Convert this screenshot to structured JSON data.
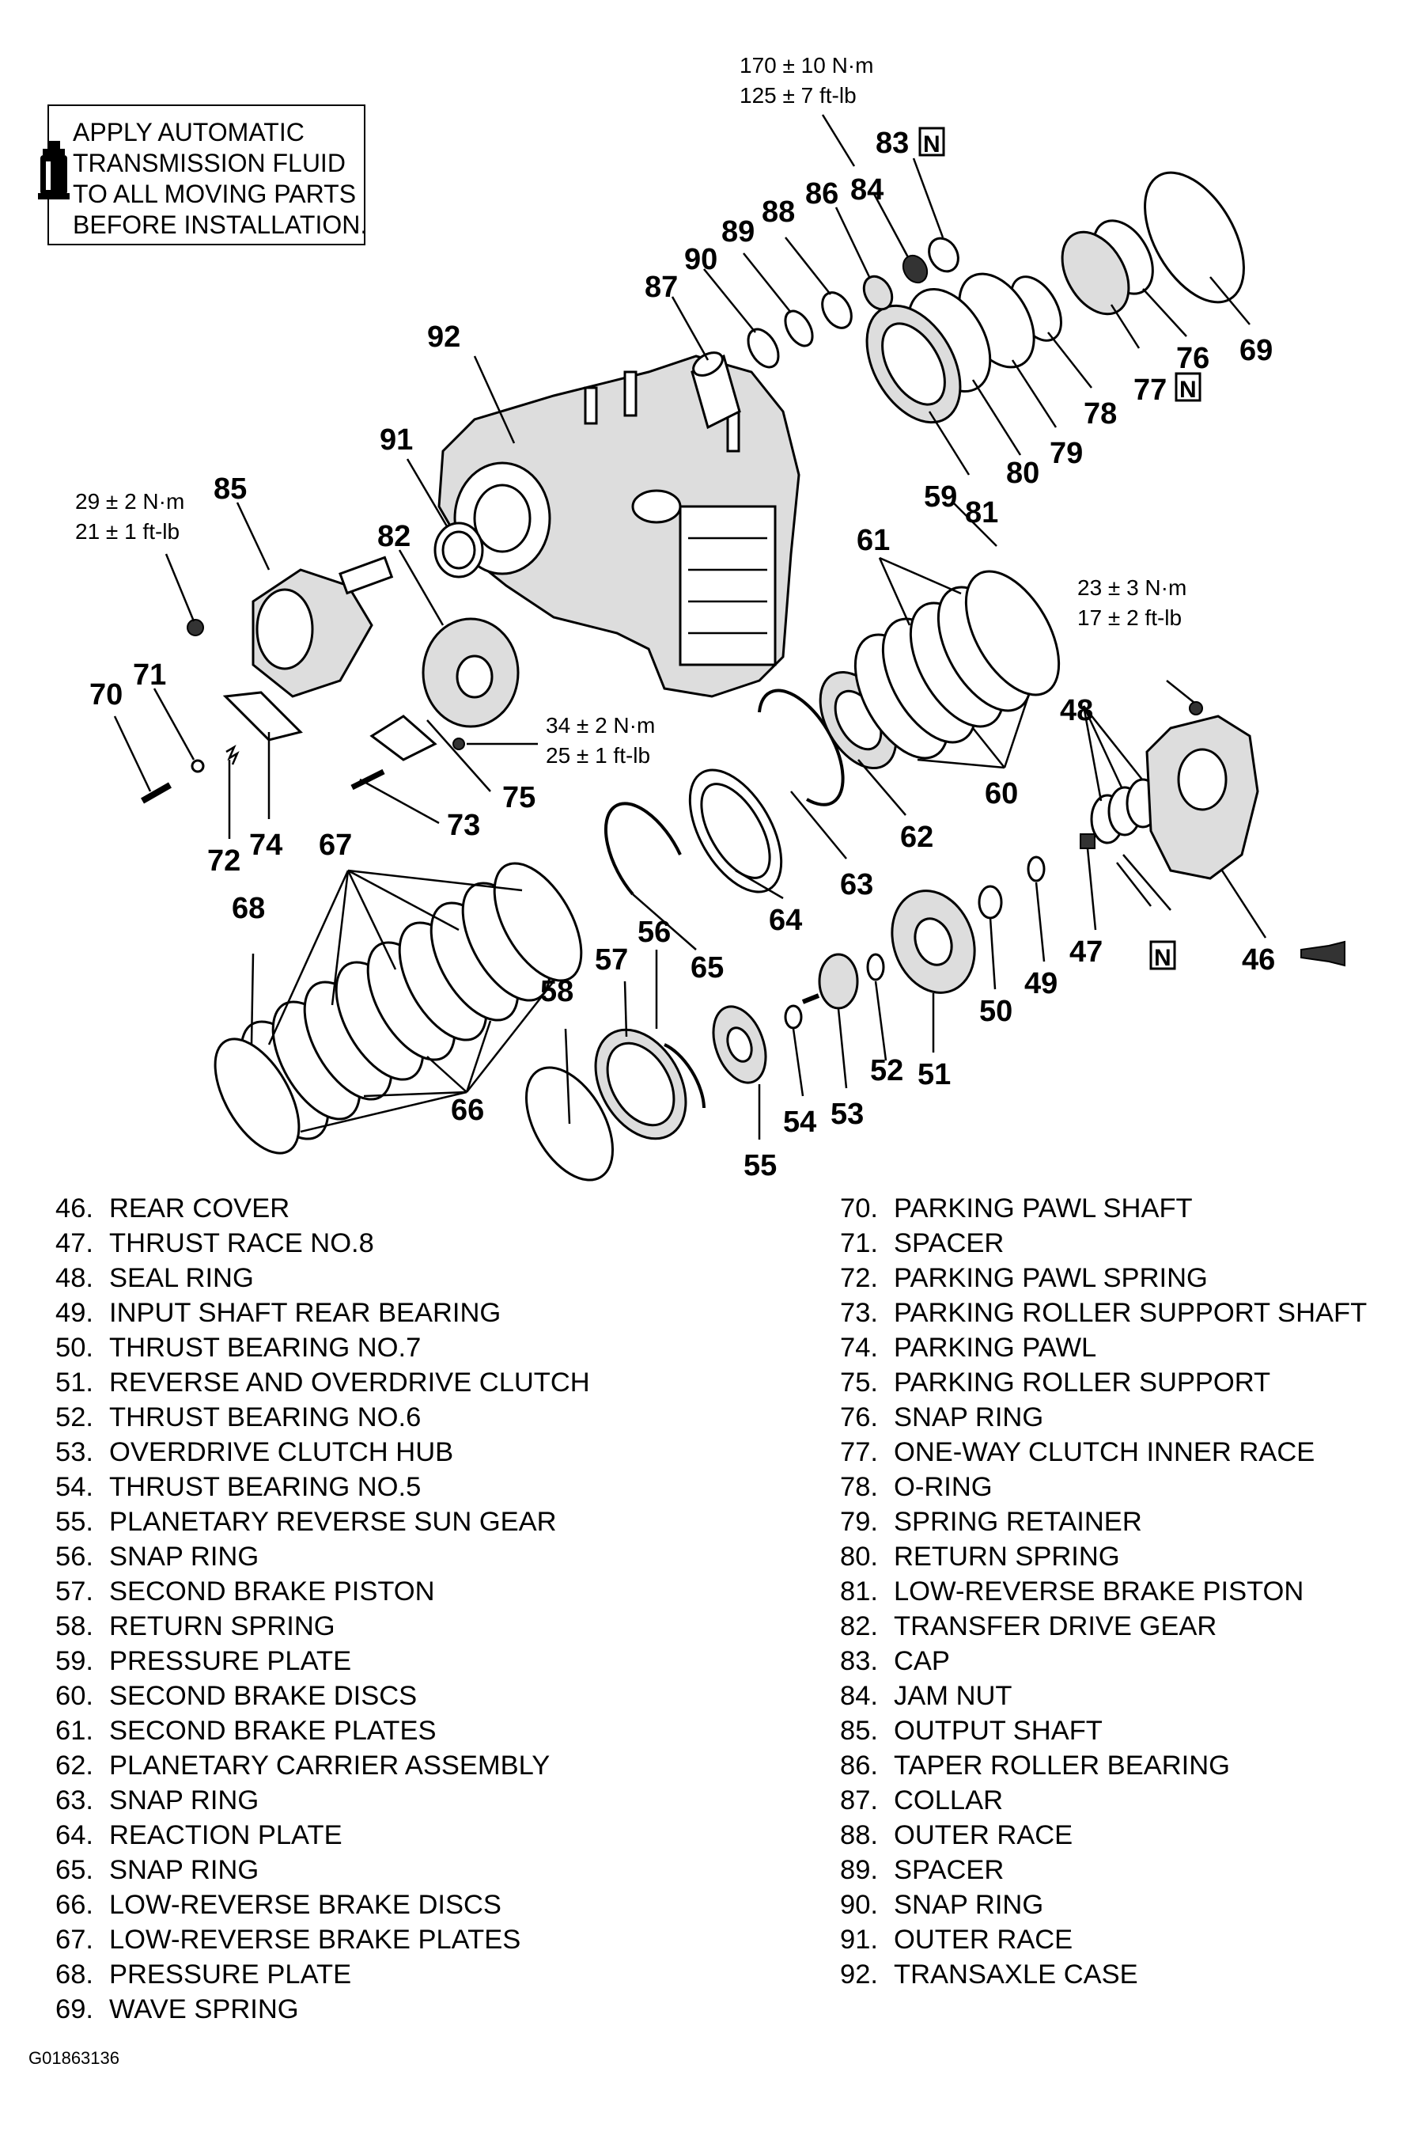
{
  "note": {
    "text": "APPLY AUTOMATIC\nTRANSMISSION FLUID\nTO ALL MOVING PARTS\nBEFORE INSTALLATION.",
    "icon": "fluid-bottle-icon"
  },
  "torque_specs": {
    "t84_nm": "170 ± 10 N·m",
    "t84_ftlb": "125 ± 7 ft-lb",
    "t85_nm": "29 ± 2 N·m",
    "t85_ftlb": "21 ± 1 ft-lb",
    "t75_nm": "34 ± 2 N·m",
    "t75_ftlb": "25 ± 1 ft-lb",
    "t46_nm": "23 ± 3 N·m",
    "t46_ftlb": "17 ± 2 ft-lb"
  },
  "callouts": {
    "c46": "46",
    "c47": "47",
    "c48": "48",
    "c49": "49",
    "c50": "50",
    "c51": "51",
    "c52": "52",
    "c53": "53",
    "c54": "54",
    "c55": "55",
    "c56": "56",
    "c57": "57",
    "c58": "58",
    "c59": "59",
    "c60": "60",
    "c61": "61",
    "c62": "62",
    "c63": "63",
    "c64": "64",
    "c65": "65",
    "c66": "66",
    "c67": "67",
    "c68": "68",
    "c69": "69",
    "c70": "70",
    "c71": "71",
    "c72": "72",
    "c73": "73",
    "c74": "74",
    "c75": "75",
    "c76": "76",
    "c77": "77",
    "c78": "78",
    "c79": "79",
    "c80": "80",
    "c81": "81",
    "c82": "82",
    "c83": "83",
    "c84": "84",
    "c85": "85",
    "c86": "86",
    "c87": "87",
    "c88": "88",
    "c89": "89",
    "c90": "90",
    "c91": "91",
    "c92": "92",
    "new_mark": "N"
  },
  "legend_left": [
    {
      "num": "46.",
      "name": "REAR COVER"
    },
    {
      "num": "47.",
      "name": "THRUST RACE NO.8"
    },
    {
      "num": "48.",
      "name": "SEAL RING"
    },
    {
      "num": "49.",
      "name": "INPUT SHAFT REAR BEARING"
    },
    {
      "num": "50.",
      "name": "THRUST BEARING NO.7"
    },
    {
      "num": "51.",
      "name": "REVERSE AND OVERDRIVE CLUTCH"
    },
    {
      "num": "52.",
      "name": "THRUST BEARING NO.6"
    },
    {
      "num": "53.",
      "name": "OVERDRIVE CLUTCH HUB"
    },
    {
      "num": "54.",
      "name": "THRUST BEARING NO.5"
    },
    {
      "num": "55.",
      "name": "PLANETARY REVERSE SUN GEAR"
    },
    {
      "num": "56.",
      "name": "SNAP RING"
    },
    {
      "num": "57.",
      "name": "SECOND BRAKE PISTON"
    },
    {
      "num": "58.",
      "name": "RETURN SPRING"
    },
    {
      "num": "59.",
      "name": "PRESSURE PLATE"
    },
    {
      "num": "60.",
      "name": "SECOND BRAKE DISCS"
    },
    {
      "num": "61.",
      "name": "SECOND BRAKE PLATES"
    },
    {
      "num": "62.",
      "name": "PLANETARY CARRIER ASSEMBLY"
    },
    {
      "num": "63.",
      "name": "SNAP RING"
    },
    {
      "num": "64.",
      "name": "REACTION PLATE"
    },
    {
      "num": "65.",
      "name": "SNAP RING"
    },
    {
      "num": "66.",
      "name": "LOW-REVERSE BRAKE DISCS"
    },
    {
      "num": "67.",
      "name": "LOW-REVERSE BRAKE PLATES"
    },
    {
      "num": "68.",
      "name": "PRESSURE PLATE"
    },
    {
      "num": "69.",
      "name": "WAVE SPRING"
    }
  ],
  "legend_right": [
    {
      "num": "70.",
      "name": "PARKING PAWL SHAFT"
    },
    {
      "num": "71.",
      "name": "SPACER"
    },
    {
      "num": "72.",
      "name": "PARKING PAWL SPRING"
    },
    {
      "num": "73.",
      "name": "PARKING ROLLER SUPPORT SHAFT"
    },
    {
      "num": "74.",
      "name": "PARKING PAWL"
    },
    {
      "num": "75.",
      "name": "PARKING ROLLER SUPPORT"
    },
    {
      "num": "76.",
      "name": "SNAP RING"
    },
    {
      "num": "77.",
      "name": "ONE-WAY CLUTCH INNER RACE"
    },
    {
      "num": "78.",
      "name": "O-RING"
    },
    {
      "num": "79.",
      "name": "SPRING RETAINER"
    },
    {
      "num": "80.",
      "name": "RETURN SPRING"
    },
    {
      "num": "81.",
      "name": "LOW-REVERSE BRAKE PISTON"
    },
    {
      "num": "82.",
      "name": "TRANSFER DRIVE GEAR"
    },
    {
      "num": "83.",
      "name": "CAP"
    },
    {
      "num": "84.",
      "name": "JAM NUT"
    },
    {
      "num": "85.",
      "name": "OUTPUT SHAFT"
    },
    {
      "num": "86.",
      "name": "TAPER ROLLER BEARING"
    },
    {
      "num": "87.",
      "name": "COLLAR"
    },
    {
      "num": "88.",
      "name": "OUTER RACE"
    },
    {
      "num": "89.",
      "name": "SPACER"
    },
    {
      "num": "90.",
      "name": "SNAP RING"
    },
    {
      "num": "91.",
      "name": "OUTER RACE"
    },
    {
      "num": "92.",
      "name": "TRANSAXLE CASE"
    }
  ],
  "figure_id": "G01863136"
}
